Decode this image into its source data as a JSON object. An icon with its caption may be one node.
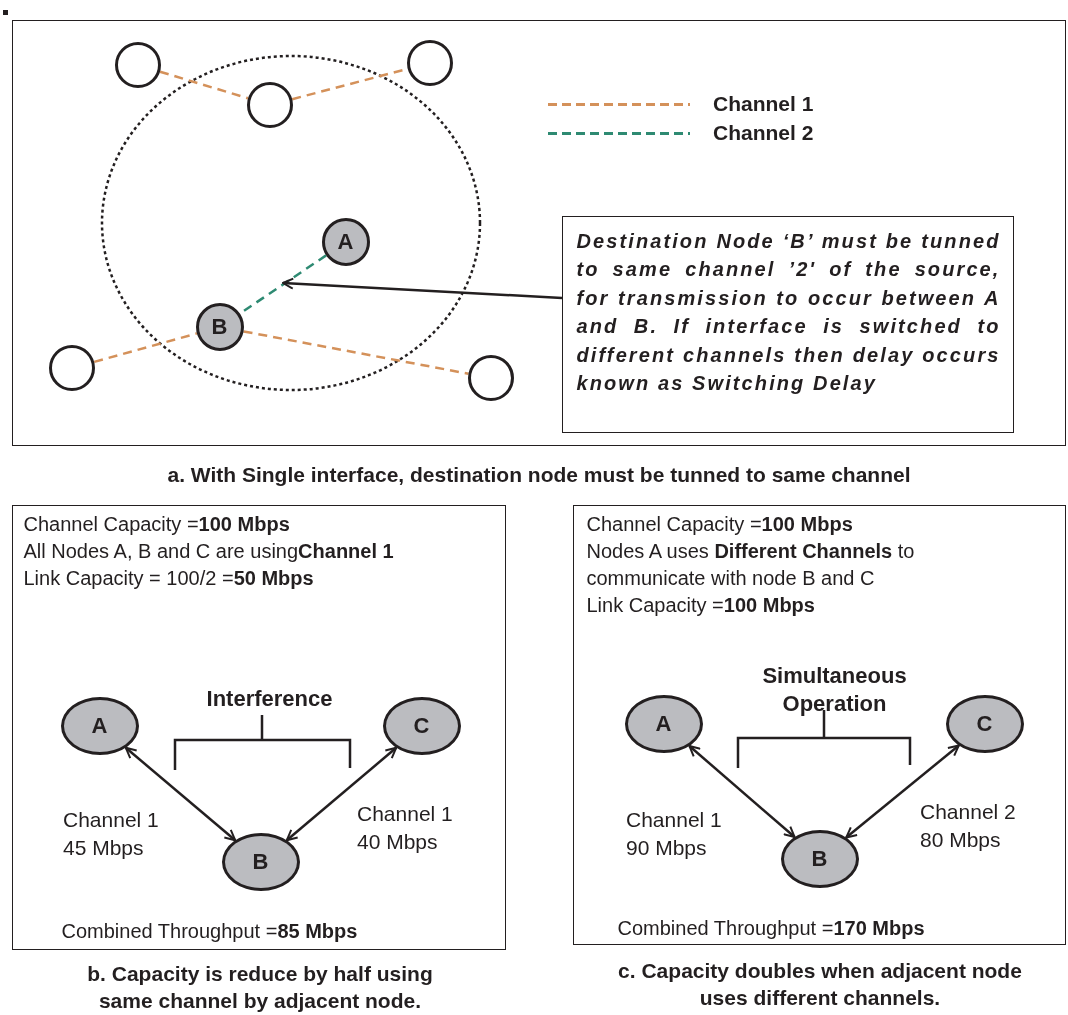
{
  "diagram": {
    "nodes": [
      {
        "text": [],
        "shape": "box",
        "beside": [
          "a. With Single interface, destination node must be tunned to same channel"
        ]
      },
      {
        "text": [],
        "shape": "circle",
        "in": 0
      },
      {
        "text": [],
        "shape": "circle",
        "in": 0
      },
      {
        "text": [],
        "shape": "circle",
        "in": 0
      },
      {
        "text": [
          "A"
        ],
        "in": 0
      },
      {
        "text": [
          "B"
        ],
        "in": 0
      },
      {
        "text": [],
        "shape": "circle",
        "in": 0
      },
      {
        "text": [],
        "shape": "circle",
        "in": 0
      },
      {
        "text": [
          "Destination Node ‘B’ must be tunned to same channel ’2' of the source, for transmission to occur between A and B. If interface is switched to different channels then delay occurs known as Switching Delay"
        ],
        "in": 0
      },
      {
        "text": [
          "Channel Capacity =**100 Mbps**",
          "All Nodes A, B and C are using**Channel 1**",
          "Link Capacity = 100/2 =**50 Mbps**",
          "Interference",
          "Combined Throughput =**85 Mbps**"
        ],
        "beside": [
          "b. Capacity is reduce by half using same channel by adjacent node."
        ]
      },
      {
        "text": [
          "A"
        ],
        "in": 9
      },
      {
        "text": [
          "C"
        ],
        "in": 9
      },
      {
        "text": [
          "B"
        ],
        "in": 9
      },
      {
        "text": [
          "Channel Capacity =**100 Mbps**",
          "Nodes A uses **Different Channels** to communicate with node B and C",
          "Link Capacity =**100 Mbps**",
          "Simultaneous Operation",
          "Combined Throughput =**170 Mbps**"
        ],
        "beside": [
          "c. Capacity doubles when adjacent node uses different channels."
        ]
      },
      {
        "text": [
          "A"
        ],
        "in": 13
      },
      {
        "text": [
          "C"
        ],
        "in": 13
      },
      {
        "text": [
          "B"
        ],
        "in": 13
      }
    ],
    "edges": [
      {
        "from": 1,
        "to": 3,
        "arrow": "none",
        "style": "dashed",
        "color": "#d4915a"
      },
      {
        "from": 3,
        "to": 2,
        "arrow": "none",
        "style": "dashed",
        "color": "#d4915a"
      },
      {
        "from": 4,
        "to": 5,
        "arrow": "none",
        "style": "dashed",
        "color": "#2e8a72"
      },
      {
        "from": 8,
        "to": null,
        "arrow": "to"
      },
      {
        "from": 6,
        "to": 5,
        "arrow": "none",
        "style": "dashed",
        "color": "#d4915a"
      },
      {
        "from": 5,
        "to": 7,
        "arrow": "none",
        "style": "dashed",
        "color": "#d4915a"
      },
      {
        "from": 10,
        "to": 12,
        "arrow": "both",
        "label": "Channel 1 45 Mbps"
      },
      {
        "from": 11,
        "to": 12,
        "arrow": "both",
        "label": "Channel 1 40 Mbps"
      },
      {
        "from": 14,
        "to": 16,
        "arrow": "both",
        "label": "Channel 1 90 Mbps"
      },
      {
        "from": 15,
        "to": 16,
        "arrow": "both",
        "label": "Channel 2 80 Mbps"
      }
    ],
    "legend": [
      {
        "text": "Channel 1",
        "color": "#d4915a"
      },
      {
        "text": "Channel 2",
        "color": "#2e8a72"
      }
    ]
  }
}
